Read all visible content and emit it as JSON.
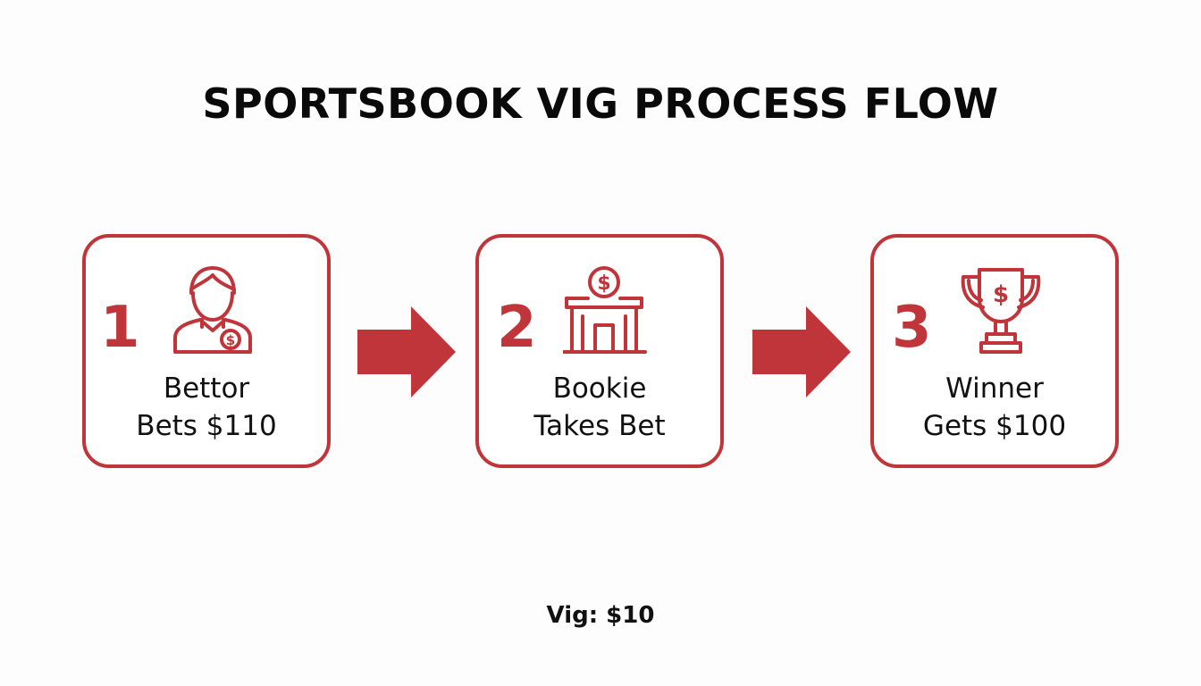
{
  "title": "SPORTSBOOK VIG PROCESS FLOW",
  "accent_color": "#c0353a",
  "steps": [
    {
      "number": "1",
      "icon": "bettor-person-icon",
      "line1": "Bettor",
      "line2": "Bets $110"
    },
    {
      "number": "2",
      "icon": "bookie-building-icon",
      "line1": "Bookie",
      "line2": "Takes Bet"
    },
    {
      "number": "3",
      "icon": "trophy-icon",
      "line1": "Winner",
      "line2": "Gets $100"
    }
  ],
  "footer_note": "Vig: $10"
}
